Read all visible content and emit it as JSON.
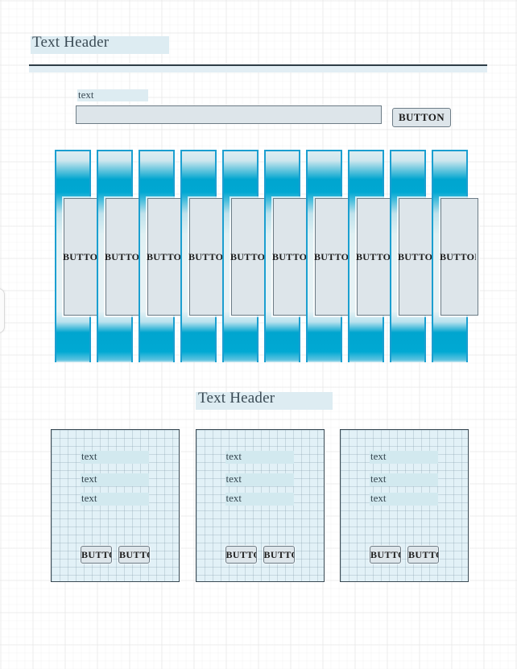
{
  "page": {
    "background": "#ffffff",
    "grid_color": "#969696",
    "accent_cyan": "#00a5cf",
    "accent_border": "#1b9fd0",
    "highlight_blue": "#ddecf2",
    "control_fill": "#dde5ea",
    "control_border": "#6d7c86",
    "text_dark": "#3b4b55",
    "rule_color": "#2f3e47"
  },
  "section_top": {
    "header": "Text Header",
    "form": {
      "label": "text",
      "input_value": "",
      "input_placeholder": "",
      "submit_label": "BUTTON"
    }
  },
  "columns": {
    "count": 10,
    "items": [
      {
        "label": "BUTTON"
      },
      {
        "label": "BUTTON"
      },
      {
        "label": "BUTTON"
      },
      {
        "label": "BUTTON"
      },
      {
        "label": "BUTTON"
      },
      {
        "label": "BUTTON"
      },
      {
        "label": "BUTTON"
      },
      {
        "label": "BUTTON"
      },
      {
        "label": "BUTTON"
      },
      {
        "label": "BUTTON"
      }
    ]
  },
  "section_bottom": {
    "header": "Text Header",
    "cards": [
      {
        "rows": [
          "text",
          "text",
          "text"
        ],
        "buttons": [
          "BUTTON",
          "BUTTON"
        ]
      },
      {
        "rows": [
          "text",
          "text",
          "text"
        ],
        "buttons": [
          "BUTTON",
          "BUTTON"
        ]
      },
      {
        "rows": [
          "text",
          "text",
          "text"
        ],
        "buttons": [
          "BUTTON",
          "BUTTON"
        ]
      }
    ]
  }
}
